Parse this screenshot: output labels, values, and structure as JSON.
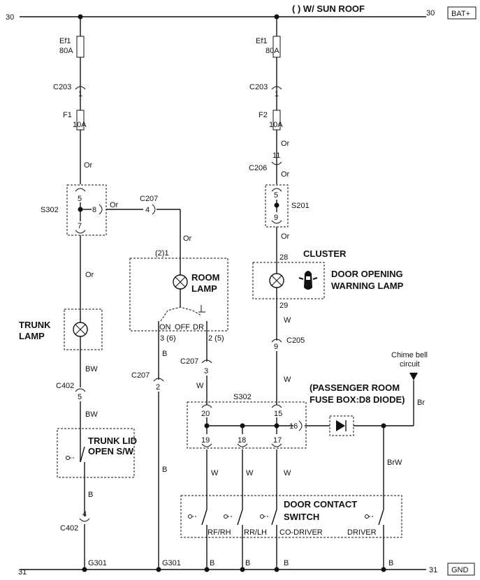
{
  "header": {
    "left_rail": "30",
    "right_rail": "30",
    "sun_roof_note": "( ) W/ SUN ROOF",
    "bat_terminal": "BAT+"
  },
  "footer": {
    "left_rail": "31",
    "right_rail": "31",
    "gnd_terminal": "GND"
  },
  "fuse_left": {
    "ef1_name": "Ef1",
    "ef1_rating": "80A",
    "c203": "C203",
    "c203_pin": "1",
    "f1_name": "F1",
    "f1_rating": "10A",
    "wire": "Or"
  },
  "fuse_right": {
    "ef1_name": "Ef1",
    "ef1_rating": "80A",
    "c203": "C203",
    "c203_pin": "1",
    "f2_name": "F2",
    "f2_rating": "10A",
    "wire_a": "Or",
    "c206_pin": "11",
    "c206": "C206",
    "wire_b": "Or"
  },
  "splice_s302": {
    "name": "S302",
    "pin_top": "5",
    "pin_mid": "8",
    "pin_bottom": "7",
    "wire_out": "Or"
  },
  "splice_s201": {
    "name": "S201",
    "pin_top": "5",
    "pin_bottom": "9",
    "wire_out": "Or"
  },
  "c207_top": {
    "name": "C207",
    "pin": "4",
    "wire": "Or"
  },
  "room_lamp": {
    "pin_label": "(2)1",
    "title_line1": "ROOM",
    "title_line2": "LAMP",
    "switch_pos_on": "ON",
    "switch_pos_off": "OFF",
    "switch_pos_dr": "DR",
    "pin_left": "3 (6)",
    "pin_right": "2 (5)"
  },
  "cluster": {
    "title": "CLUSTER",
    "pin_top": "28",
    "pin_bottom": "29",
    "warning_line1": "DOOR OPENING",
    "warning_line2": "WARNING LAMP",
    "wire": "W",
    "c205": "C205",
    "c205_pin": "9",
    "wire_below": "W"
  },
  "trunk_lamp": {
    "line1": "TRUNK",
    "line2": "LAMP",
    "wire_out": "BW",
    "c402": "C402",
    "c402_pin": "5",
    "wire_b": "BW"
  },
  "trunk_switch": {
    "line1": "TRUNK LID",
    "line2": "OPEN S/W",
    "wire": "B",
    "c402": "C402",
    "c402_pin": "4"
  },
  "c207_mid": {
    "name": "C207",
    "pin": "2",
    "wire_top": "B",
    "wire_bottom": "B",
    "wire_room": "B"
  },
  "c207_right": {
    "name": "C207",
    "pin": "3",
    "wire": "W"
  },
  "splice_s302_lower": {
    "name": "S302",
    "pin_20": "20",
    "pin_15": "15",
    "pin_16": "16",
    "pin_19": "19",
    "pin_18": "18",
    "pin_17": "17"
  },
  "diode_note": {
    "line1": "(PASSENGER ROOM",
    "line2": "FUSE BOX:D8 DIODE)"
  },
  "chime": {
    "line1": "Chime bell",
    "line2": "circuit",
    "wire": "Br",
    "wire_low": "BrW"
  },
  "door_contact": {
    "line1": "DOOR CONTACT",
    "line2": "SWITCH",
    "sw_rf": "RF/RH",
    "sw_rr": "RR/LH",
    "sw_co": "CO-DRIVER",
    "sw_dr": "DRIVER",
    "wire_w1": "W",
    "wire_w2": "W",
    "wire_w3": "W"
  },
  "grounds": {
    "g301_a": "G301",
    "g301_b": "G301",
    "b1": "B",
    "b2": "B",
    "b3": "B"
  }
}
